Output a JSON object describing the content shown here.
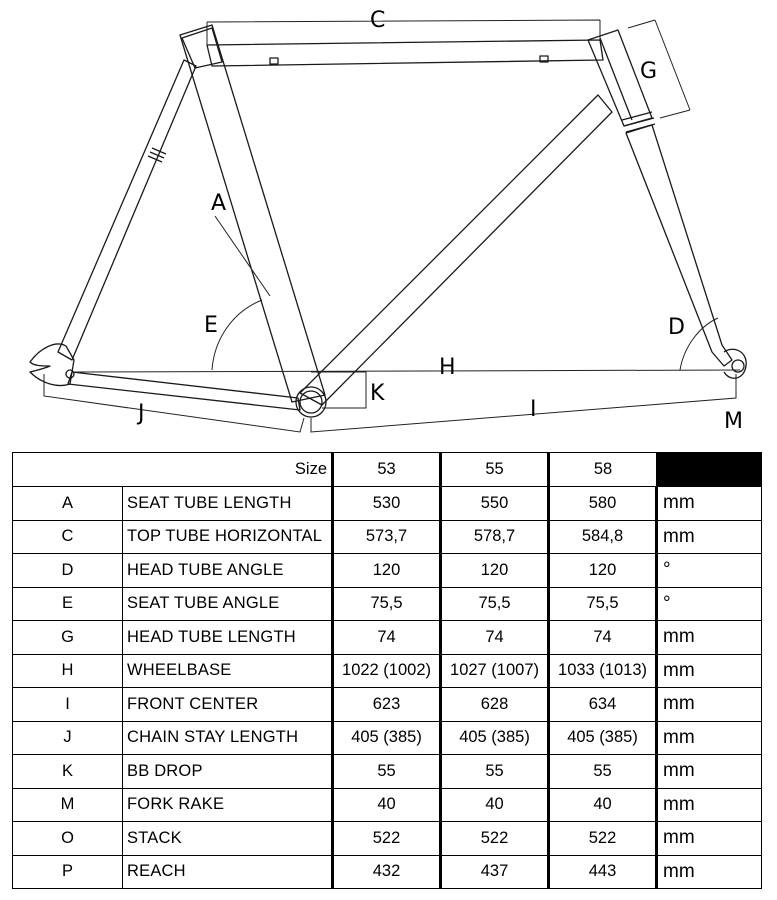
{
  "diagram_labels": {
    "A": "A",
    "C": "C",
    "D": "D",
    "E": "E",
    "G": "G",
    "H": "H",
    "I": "I",
    "J": "J",
    "K": "K",
    "M": "M"
  },
  "table": {
    "size_label": "Size",
    "sizes": [
      "53",
      "55",
      "58"
    ],
    "rows": [
      {
        "code": "A",
        "name": "SEAT TUBE LENGTH",
        "values": [
          "530",
          "550",
          "580"
        ],
        "unit": "mm"
      },
      {
        "code": "C",
        "name": "TOP TUBE HORIZONTAL",
        "values": [
          "573,7",
          "578,7",
          "584,8"
        ],
        "unit": "mm"
      },
      {
        "code": "D",
        "name": "HEAD TUBE ANGLE",
        "values": [
          "120",
          "120",
          "120"
        ],
        "unit": "°"
      },
      {
        "code": "E",
        "name": "SEAT TUBE ANGLE",
        "values": [
          "75,5",
          "75,5",
          "75,5"
        ],
        "unit": "°"
      },
      {
        "code": "G",
        "name": "HEAD TUBE LENGTH",
        "values": [
          "74",
          "74",
          "74"
        ],
        "unit": "mm"
      },
      {
        "code": "H",
        "name": "WHEELBASE",
        "values": [
          "1022 (1002)",
          "1027 (1007)",
          "1033 (1013)"
        ],
        "unit": "mm"
      },
      {
        "code": "I",
        "name": "FRONT CENTER",
        "values": [
          "623",
          "628",
          "634"
        ],
        "unit": "mm"
      },
      {
        "code": "J",
        "name": "CHAIN STAY LENGTH",
        "values": [
          "405 (385)",
          "405 (385)",
          "405 (385)"
        ],
        "unit": "mm"
      },
      {
        "code": "K",
        "name": "BB DROP",
        "values": [
          "55",
          "55",
          "55"
        ],
        "unit": "mm"
      },
      {
        "code": "M",
        "name": "FORK RAKE",
        "values": [
          "40",
          "40",
          "40"
        ],
        "unit": "mm"
      },
      {
        "code": "O",
        "name": "STACK",
        "values": [
          "522",
          "522",
          "522"
        ],
        "unit": "mm"
      },
      {
        "code": "P",
        "name": "REACH",
        "values": [
          "432",
          "437",
          "443"
        ],
        "unit": "mm"
      }
    ]
  }
}
